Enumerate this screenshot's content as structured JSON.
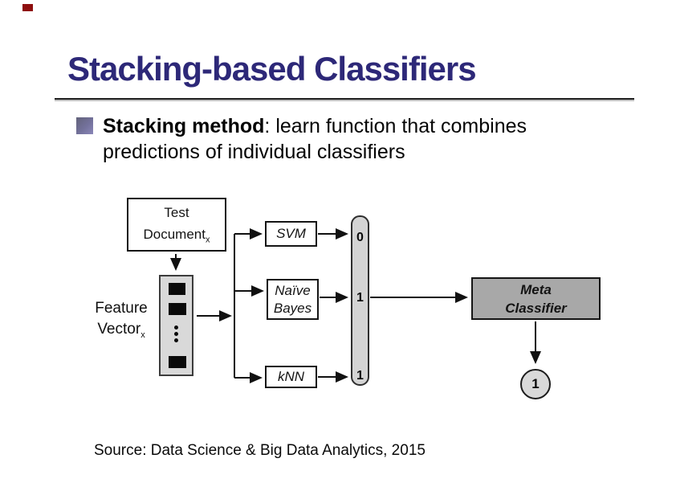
{
  "title": "Stacking-based Classifiers",
  "bullet": {
    "lead": "Stacking method",
    "rest": ": learn function that combines predictions of individual classifiers"
  },
  "diagram": {
    "test_document": {
      "line1": "Test",
      "line2": "Document",
      "subscript": "x"
    },
    "feature_vector": {
      "line1": "Feature",
      "line2": "Vector",
      "subscript": "x"
    },
    "classifiers": [
      {
        "label": "SVM",
        "output": "0"
      },
      {
        "label_line1": "Naïve",
        "label_line2": "Bayes",
        "output": "1"
      },
      {
        "label": "kNN",
        "output": "1"
      }
    ],
    "meta_classifier": {
      "line1": "Meta",
      "line2": "Classifier"
    },
    "final_output": "1"
  },
  "source": "Source: Data Science & Big Data Analytics, 2015",
  "colors": {
    "title": "#2d2878",
    "corner_mark": "#8e0e0e",
    "bullet_gradient_start": "#62627a",
    "bullet_gradient_end": "#8a86b8",
    "meta_box_fill": "#a8a8a8",
    "strip_fill": "#d9d9d9",
    "bar_fill": "#d4d4d4"
  }
}
